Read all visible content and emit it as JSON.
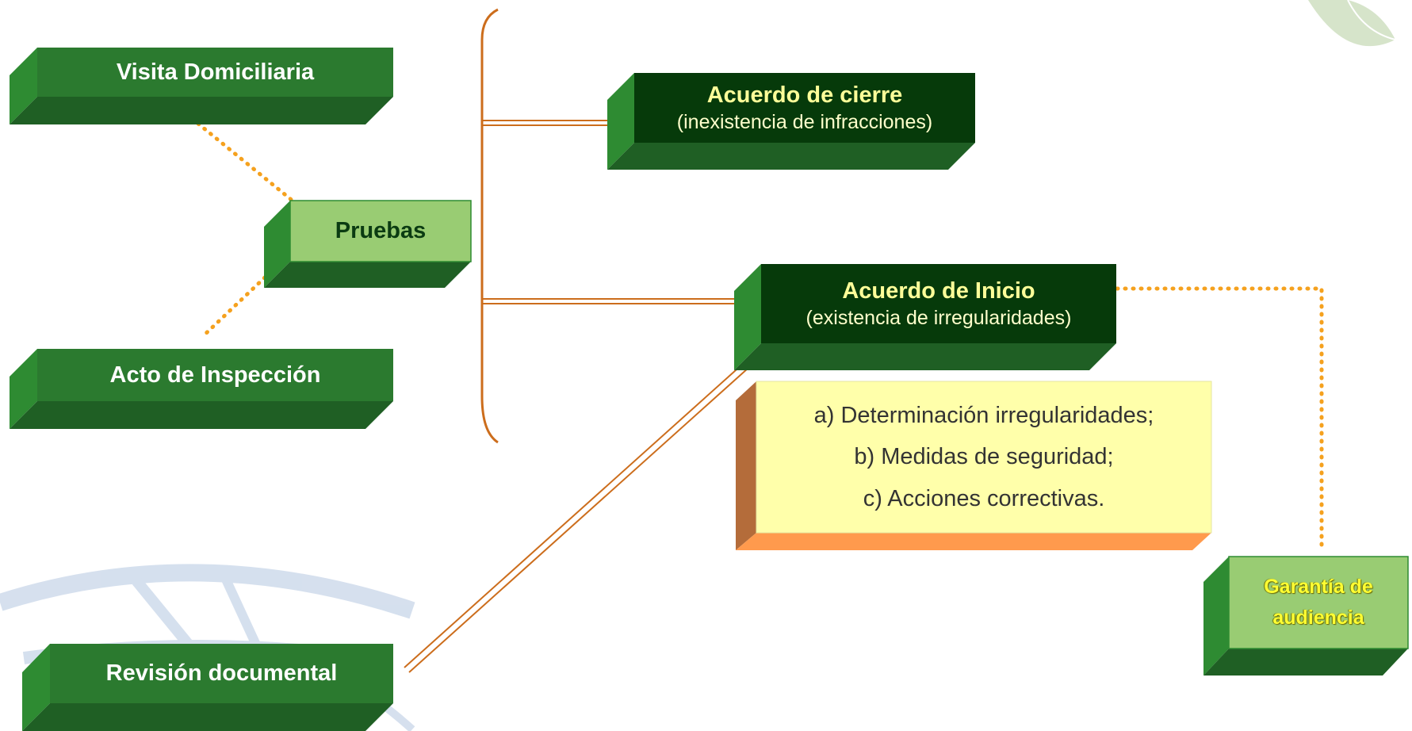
{
  "nodes": {
    "visita": {
      "title": "Visita Domiciliaria"
    },
    "acto": {
      "title": "Acto de Inspección"
    },
    "revision": {
      "title": "Revisión documental"
    },
    "pruebas": {
      "title": "Pruebas"
    },
    "acuerdo_cierre": {
      "title": "Acuerdo de cierre",
      "subtitle": "(inexistencia de  infracciones)"
    },
    "acuerdo_inicio": {
      "title": "Acuerdo de Inicio",
      "subtitle": "(existencia de irregularidades)"
    },
    "medidas": {
      "items": [
        "a) Determinación irregularidades;",
        "b) Medidas de seguridad;",
        "c) Acciones correctivas."
      ]
    },
    "garantia": {
      "line1": "Garantía de",
      "line2": "audiencia"
    }
  },
  "colors": {
    "dark_green_box": "#063a0a",
    "green_box": "#2b7a2f",
    "light_green_box": "#99cc73",
    "orange_line": "#cc6d1c",
    "dotted_orange": "#f5a11e",
    "yellow_box": "#ffffaa"
  }
}
